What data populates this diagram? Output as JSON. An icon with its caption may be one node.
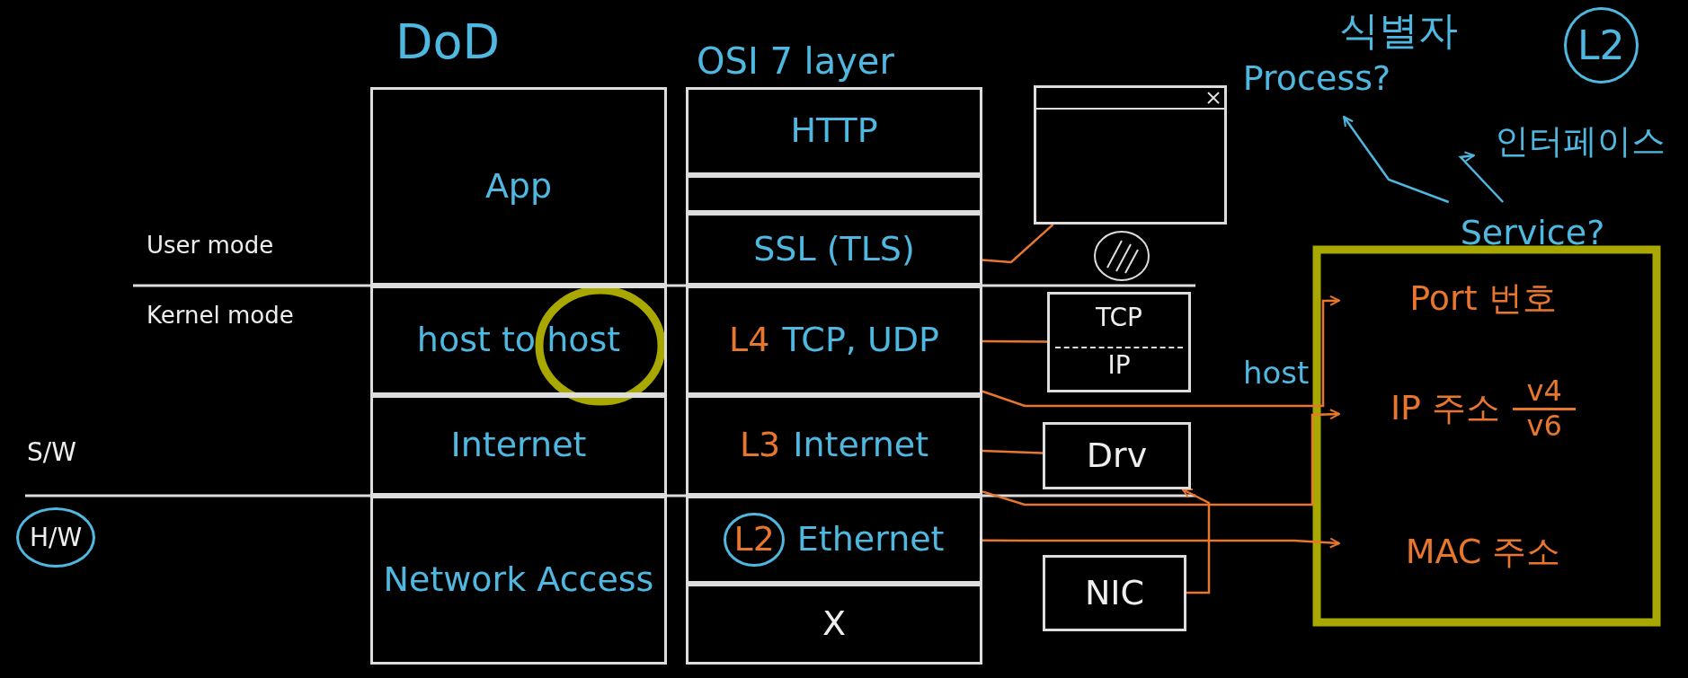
{
  "diagram": {
    "nodes": [
      {
        "text": [
          "App"
        ]
      },
      {
        "text": [
          "host to host"
        ]
      },
      {
        "text": [
          "Internet"
        ]
      },
      {
        "text": [
          "Network Access"
        ]
      },
      {
        "text": [
          "HTTP"
        ]
      },
      {
        "text": [],
        "shape": "box"
      },
      {
        "text": [
          "SSL (TLS)"
        ]
      },
      {
        "text": [
          "L4",
          "TCP, UDP"
        ]
      },
      {
        "text": [
          "L3",
          "Internet"
        ]
      },
      {
        "text": [
          "L2",
          "Ethernet"
        ]
      },
      {
        "text": [
          "X"
        ]
      },
      {
        "text": [],
        "shape": "box"
      },
      {
        "text": [
          "TCP",
          "IP"
        ]
      },
      {
        "text": [
          "Drv"
        ]
      },
      {
        "text": [
          "NIC"
        ]
      },
      {
        "text": [
          "Port 번호"
        ]
      },
      {
        "text": [
          "IP 주소",
          "v4",
          "v6"
        ]
      },
      {
        "text": [
          "MAC 주소"
        ]
      },
      {
        "text": [
          "Process?"
        ]
      },
      {
        "text": [
          "인터페이스"
        ]
      },
      {
        "text": [
          "Service?"
        ]
      }
    ],
    "edges": [
      {
        "from": 7,
        "to": 15,
        "arrow": "to"
      },
      {
        "from": 8,
        "to": 16,
        "arrow": "to"
      },
      {
        "from": 9,
        "to": 17,
        "arrow": "to"
      },
      {
        "from": 6,
        "to": 11,
        "arrow": "none"
      },
      {
        "from": 7,
        "to": 12,
        "arrow": "none"
      },
      {
        "from": 8,
        "to": 13,
        "arrow": "none"
      },
      {
        "from": 14,
        "to": 13,
        "arrow": "to"
      },
      {
        "from": 20,
        "to": 18,
        "arrow": "to",
        "color": "#4fb8e0"
      },
      {
        "from": 20,
        "to": 19,
        "arrow": "to",
        "color": "#4fb8e0"
      }
    ],
    "labels": [
      "식별자",
      "L2",
      "DoD",
      "OSI 7 layer",
      "User mode",
      "Kernel mode",
      "host",
      "S/W",
      "H/W"
    ]
  }
}
